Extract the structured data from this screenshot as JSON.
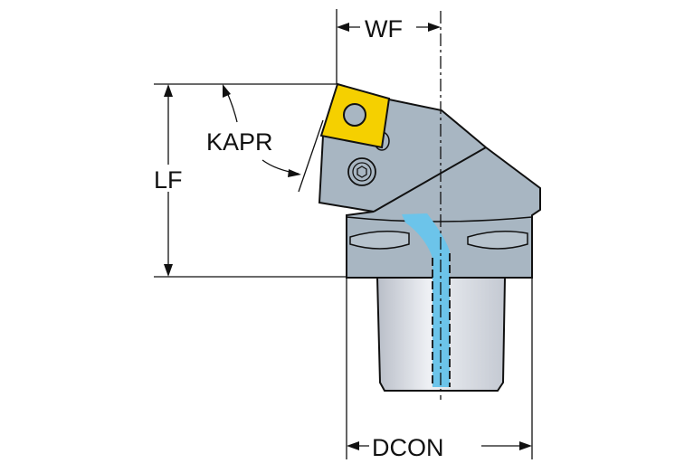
{
  "diagram": {
    "labels": {
      "wf": "WF",
      "lf": "LF",
      "kapr": "KAPR",
      "dcon": "DCON"
    },
    "colors": {
      "insert": "#f5d000",
      "body": "#a8b6c2",
      "coolant": "#6cc4ea",
      "outline": "#111111"
    }
  }
}
